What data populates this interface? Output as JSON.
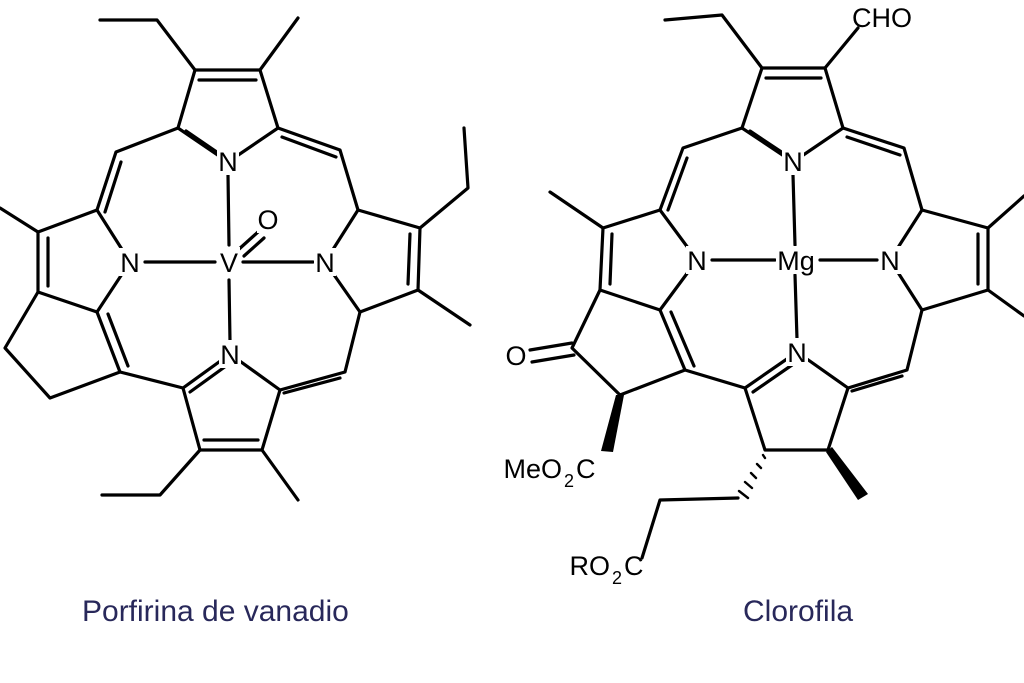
{
  "colors": {
    "caption": "#28285a",
    "structure": "#000000",
    "background": "#ffffff"
  },
  "vanadyl": {
    "caption": "Porfirina de vanadio",
    "atoms": {
      "n_top": "N",
      "n_left": "N",
      "n_right": "N",
      "n_bottom": "N",
      "metal": "V",
      "oxo": "O"
    }
  },
  "chlorophyll": {
    "caption": "Clorofila",
    "atoms": {
      "n_top": "N",
      "n_left": "N",
      "n_right": "N",
      "n_bottom": "N",
      "metal": "Mg",
      "aldehyde": "CHO",
      "ketone": "O",
      "ester1_a": "MeO",
      "ester1_sub": "2",
      "ester1_b": "C",
      "ester2_a": "RO",
      "ester2_sub": "2",
      "ester2_b": "C"
    }
  }
}
